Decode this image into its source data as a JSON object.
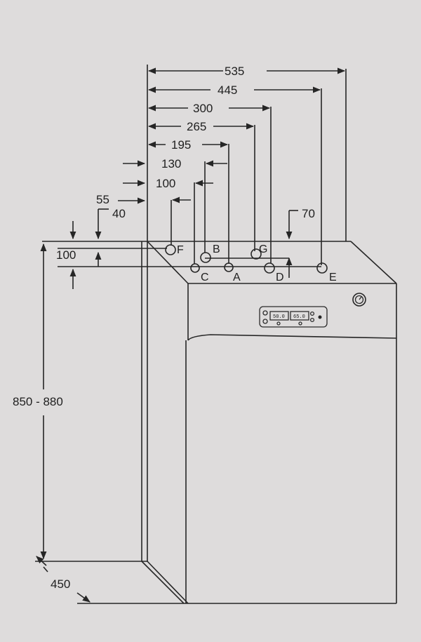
{
  "dimensions": {
    "width_total": "535",
    "width_e": "445",
    "width_d": "300",
    "width_g": "265",
    "width_a": "195",
    "width_b": "130",
    "width_c": "100",
    "left_55": "55",
    "left_40": "40",
    "top_70": "70",
    "vertical_100": "100",
    "height": "850 - 880",
    "depth": "450"
  },
  "connections": [
    "F",
    "B",
    "G",
    "C",
    "A",
    "D",
    "E"
  ],
  "display": {
    "left_readout": "50.0",
    "right_readout": "65.0"
  },
  "colors": {
    "paper": "#dedcdc",
    "line": "#262626"
  }
}
